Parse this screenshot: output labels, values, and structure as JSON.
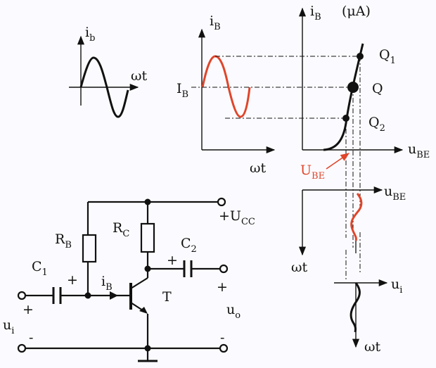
{
  "labels": {
    "ib_small": {
      "main": "i",
      "sub": "b"
    },
    "wt_small": "ωt",
    "iB_mid": {
      "main": "i",
      "sub": "B"
    },
    "IB": {
      "main": "I",
      "sub": "B"
    },
    "wt_mid": "ωt",
    "iB_right": {
      "main": "i",
      "sub": "B"
    },
    "unit": "(μA)",
    "Q1": {
      "main": "Q",
      "sub": "1"
    },
    "Q": "Q",
    "Q2": {
      "main": "Q",
      "sub": "2"
    },
    "uBE_axis": {
      "main": "u",
      "sub": "BE"
    },
    "UBE_red": {
      "main": "U",
      "sub": "BE"
    },
    "uBE_axis2": {
      "main": "u",
      "sub": "BE"
    },
    "wt_left": "ωt",
    "ui_axis": {
      "main": "u",
      "sub": "i"
    },
    "wt_bottom": "ωt",
    "Vcc": {
      "main": "+U",
      "sub": "CC"
    },
    "RB": {
      "main": "R",
      "sub": "B"
    },
    "RC": {
      "main": "R",
      "sub": "C"
    },
    "C1": {
      "main": "C",
      "sub": "1"
    },
    "C2": {
      "main": "C",
      "sub": "2"
    },
    "plus_c1": "+",
    "plus_c2": "+",
    "iB_circuit": {
      "main": "i",
      "sub": "B"
    },
    "T": "T",
    "ui_in": {
      "main": "u",
      "sub": "i"
    },
    "plus_in": "+",
    "minus_in": "-",
    "uo": {
      "main": "u",
      "sub": "o"
    },
    "plus_out": "+",
    "minus_out": "-"
  },
  "colors": {
    "ink": "#111111",
    "red": "#e0452a",
    "bg": "#fbfbff"
  }
}
